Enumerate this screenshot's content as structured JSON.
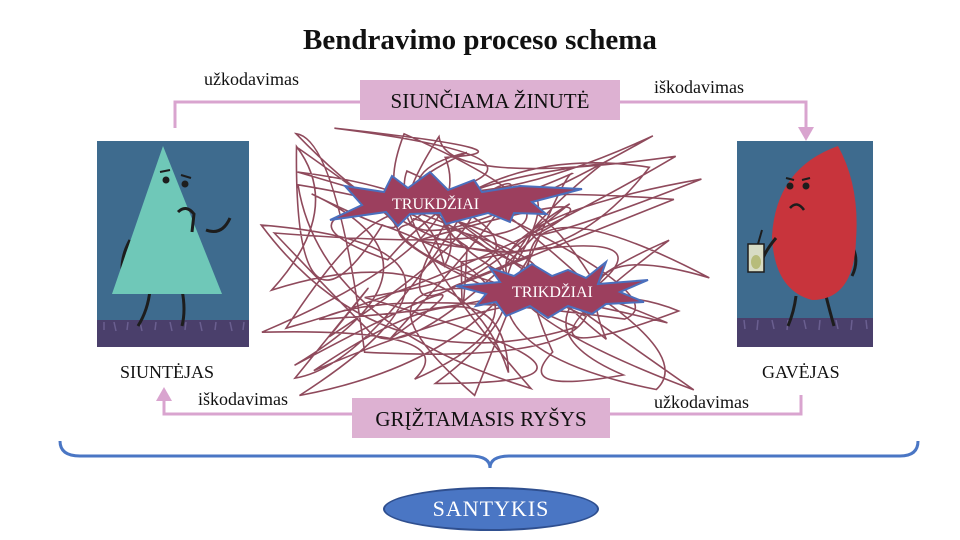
{
  "title": "Bendravimo proceso schema",
  "labels": {
    "encode_top_left": "užkodavimas",
    "decode_top_right": "iškodavimas",
    "sender": "SIUNTĖJAS",
    "decode_bottom_left": "iškodavimas",
    "receiver": "GAVĖJAS",
    "encode_bottom_right": "užkodavimas"
  },
  "boxes": {
    "message": "SIUNČIAMA ŽINUTĖ",
    "feedback": "GRĮŽTAMASIS RYŠYS"
  },
  "noise": {
    "first": "TRUKDŽIAI",
    "second": "TRIKDŽIAI"
  },
  "relationship": "SANTYKIS",
  "icons": {
    "sender": "triangle-character-icon",
    "receiver": "half-circle-character-icon"
  },
  "colors": {
    "arrow": "#d9a4cf",
    "box": "#ddb1d2",
    "noise_fill": "#9c3f5e",
    "noise_border": "#4a6fbd",
    "scribble": "#8f4a5c",
    "brace": "#4a76c4",
    "oval": "#4a76c4",
    "panel": "#3e6b8e",
    "floor": "#4a3f6b",
    "triangle": "#6fc8b8",
    "half_circle": "#c8343c"
  }
}
